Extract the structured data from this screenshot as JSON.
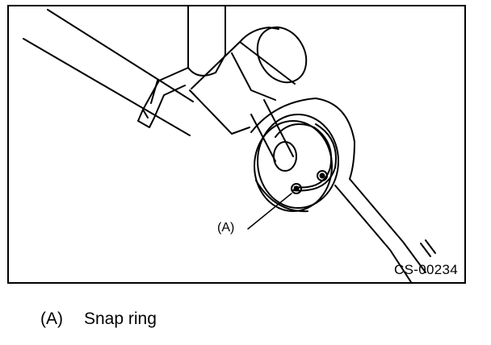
{
  "figure": {
    "code": "CS-00234",
    "callout_label": "(A)"
  },
  "legend": {
    "items": [
      {
        "key": "(A)",
        "label": "Snap ring"
      }
    ]
  },
  "colors": {
    "line": "#000000",
    "background": "#ffffff"
  }
}
